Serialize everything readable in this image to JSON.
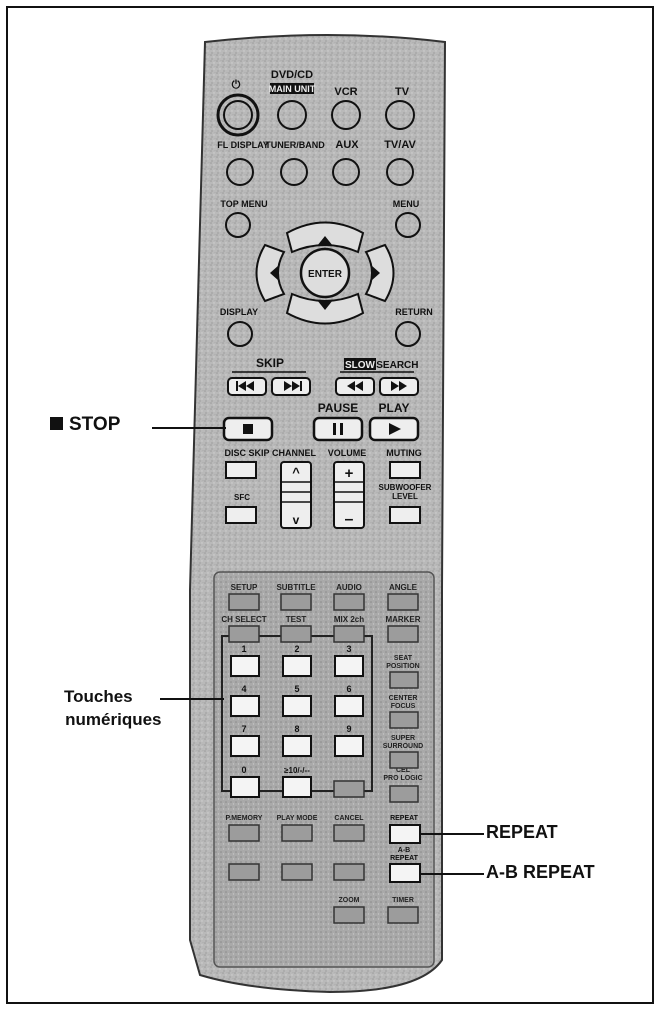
{
  "callouts": {
    "stop": "STOP",
    "touches_line1": "Touches",
    "touches_line2": "numériques",
    "repeat": "REPEAT",
    "ab_repeat": "A-B REPEAT"
  },
  "remote": {
    "source_labels": [
      "DVD/CD",
      "MAIN UNIT",
      "VCR",
      "TV"
    ],
    "power_icon": "power-icon",
    "row2_labels": [
      "FL DISPLAY",
      "TUNER/BAND",
      "AUX",
      "TV/AV"
    ],
    "top_menu": "TOP MENU",
    "menu": "MENU",
    "enter": "ENTER",
    "display": "DISPLAY",
    "return": "RETURN",
    "skip": "SKIP",
    "slow": "SLOW",
    "search": "/SEARCH",
    "pause": "PAUSE",
    "play": "PLAY",
    "disc_skip": "DISC SKIP",
    "channel": "CHANNEL",
    "volume": "VOLUME",
    "muting": "MUTING",
    "subwoofer_level": [
      "SUBWOOFER",
      "LEVEL"
    ],
    "sfc": "SFC",
    "row_setup": [
      "SETUP",
      "SUBTITLE",
      "AUDIO",
      "ANGLE"
    ],
    "row_chselect": [
      "CH SELECT",
      "TEST",
      "MIX 2ch",
      "MARKER"
    ],
    "seat_position": [
      "SEAT",
      "POSITION"
    ],
    "center_focus": [
      "CENTER",
      "FOCUS"
    ],
    "super_surround": [
      "SUPER",
      "SURROUND"
    ],
    "pro_logic": [
      "CEL",
      "PRO LOGIC"
    ],
    "digits": [
      "1",
      "2",
      "3",
      "4",
      "5",
      "6",
      "",
      "7",
      "8",
      "9"
    ],
    "zero": "0",
    "ten_plus": "≥10/-/--",
    "row_bottom1": [
      "P.MEMORY",
      "PLAY MODE",
      "CANCEL",
      "REPEAT"
    ],
    "ab_repeat_btn": [
      "A-B",
      "REPEAT"
    ],
    "zoom": "ZOOM",
    "timer": "TIMER"
  },
  "colors": {
    "ink": "#111111",
    "paper": "#ffffff",
    "remote_body": "#b8b8b8",
    "remote_dark": "#8f8f8f"
  }
}
